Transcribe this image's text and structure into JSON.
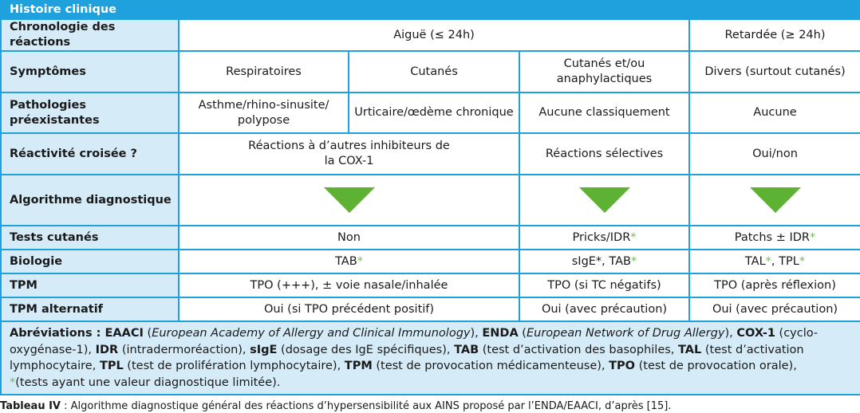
{
  "table": {
    "title": "Histoire clinique",
    "rows": {
      "chrono": {
        "label": "Chronologie des réactions",
        "c1": "Aiguë (≤ 24h)",
        "c2": "Retardée (≥ 24h)"
      },
      "symptomes": {
        "label": "Symptômes",
        "c1": "Respiratoires",
        "c2": "Cutanés",
        "c3": "Cutanés et/ou anaphylactiques",
        "c4": "Divers (surtout cutanés)"
      },
      "patho": {
        "label": "Pathologies préexistantes",
        "c1": "Asthme/rhino-sinusite/ polypose",
        "c2": "Urticaire/œdème chronique",
        "c3": "Aucune classiquement",
        "c4": "Aucune"
      },
      "croisee": {
        "label": "Réactivité croisée ?",
        "c1": "Réactions à d’autres inhibiteurs de la COX-1",
        "c2": "Réactions sélectives",
        "c3": "Oui/non"
      },
      "algo": {
        "label": "Algorithme diagnostique"
      },
      "tests": {
        "label": "Tests cutanés",
        "c1": "Non",
        "c2": "Pricks/IDR",
        "c3": "Patchs ± IDR"
      },
      "bio": {
        "label": "Biologie",
        "c1": "TAB",
        "c2": "sIgE*, TAB",
        "c3a": "TAL",
        "c3b": ", TPL"
      },
      "tpm": {
        "label": "TPM",
        "c1": "TPO (+++), ± voie nasale/inhalée",
        "c2": "TPO (si TC négatifs)",
        "c3": "TPO (après réflexion)"
      },
      "tpmalt": {
        "label": "TPM alternatif",
        "c1": "Oui (si TPO précédent positif)",
        "c2": "Oui (avec précaution)",
        "c3": "Oui (avec précaution)"
      }
    },
    "star": "*",
    "abbr": {
      "lead": "Abréviations : ",
      "eaaci": "EAACI",
      "eaaci_def": "European Academy of Allergy and Clinical Immunology",
      "enda": "ENDA",
      "enda_def": "European Network of Drug Allergy",
      "cox": "COX-1",
      "cox_def": " (cyclo-oxygénase-1), ",
      "idr": "IDR",
      "idr_def": " (intradermoréaction), ",
      "sige": "sIgE",
      "sige_def": " (dosage des IgE spécifiques), ",
      "tab": "TAB",
      "tab_def": " (test d’activation des basophiles, ",
      "tal": "TAL",
      "tal_def": " (test d’activation lymphocytaire, ",
      "tpl": "TPL",
      "tpl_def": " (test de prolifération lymphocytaire), ",
      "tpm": "TPM",
      "tpm_def": " (test de provocation médicamenteuse), ",
      "tpo": "TPO",
      "tpo_def": " (test de provocation orale),",
      "star_def": "(tests ayant une valeur diagnostique limitée)."
    },
    "caption": {
      "bold": "Tableau IV",
      "text": " : Algorithme diagnostique général des réactions d’hypersensibilité aux AINS proposé par l’ENDA/EAACI, d’après [15]."
    }
  }
}
